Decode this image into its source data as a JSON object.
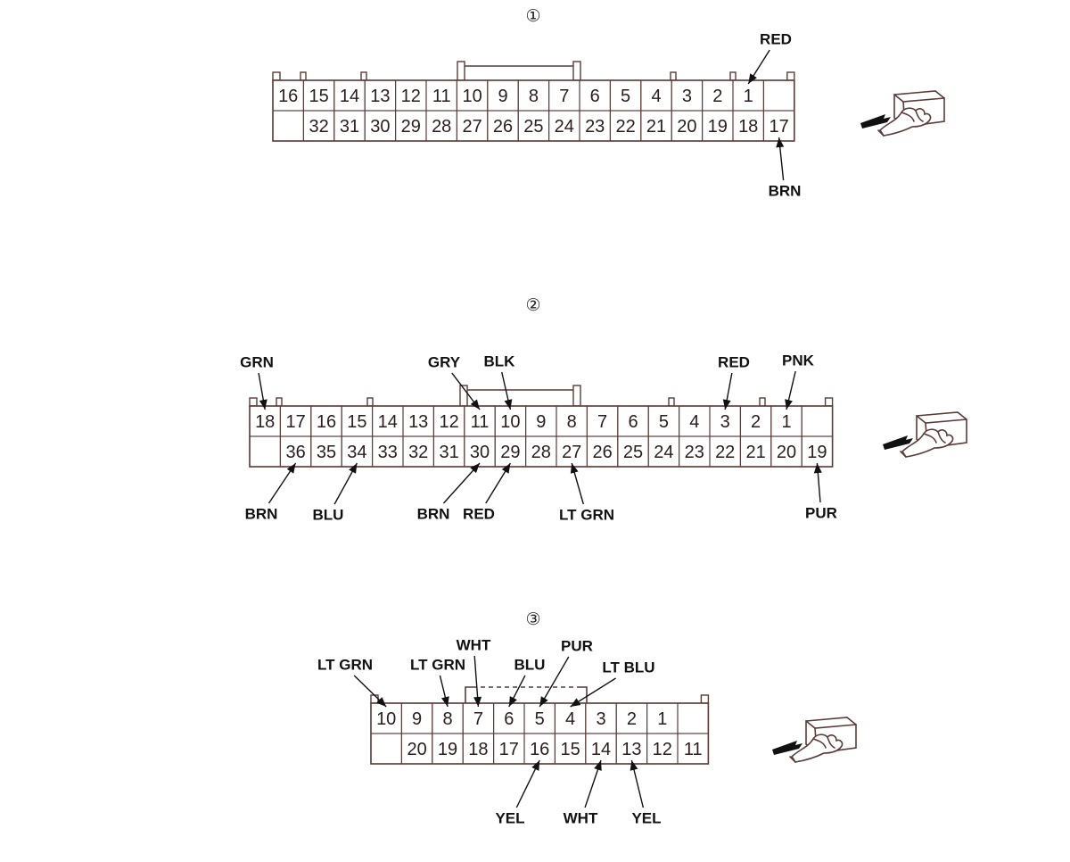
{
  "connectors": [
    {
      "id": "connector-1",
      "number": "①",
      "top_row": [
        "16",
        "15",
        "14",
        "13",
        "12",
        "11",
        "10",
        "9",
        "8",
        "7",
        "6",
        "5",
        "4",
        "3",
        "2",
        "1",
        ""
      ],
      "bottom_row": [
        "",
        "32",
        "31",
        "30",
        "29",
        "28",
        "27",
        "26",
        "25",
        "24",
        "23",
        "22",
        "21",
        "20",
        "19",
        "18",
        "17"
      ],
      "wires": [
        {
          "text": "RED",
          "row": "top",
          "pin": "1"
        },
        {
          "text": "BRN",
          "row": "bottom",
          "pin": "17"
        }
      ]
    },
    {
      "id": "connector-2",
      "number": "②",
      "top_row": [
        "18",
        "17",
        "16",
        "15",
        "14",
        "13",
        "12",
        "11",
        "10",
        "9",
        "8",
        "7",
        "6",
        "5",
        "4",
        "3",
        "2",
        "1",
        ""
      ],
      "bottom_row": [
        "",
        "36",
        "35",
        "34",
        "33",
        "32",
        "31",
        "30",
        "29",
        "28",
        "27",
        "26",
        "25",
        "24",
        "23",
        "22",
        "21",
        "20",
        "19"
      ],
      "wires": [
        {
          "text": "GRN",
          "row": "top",
          "pin": "18"
        },
        {
          "text": "GRY",
          "row": "top",
          "pin": "11"
        },
        {
          "text": "BLK",
          "row": "top",
          "pin": "10"
        },
        {
          "text": "RED",
          "row": "top",
          "pin": "3"
        },
        {
          "text": "PNK",
          "row": "top",
          "pin": "1"
        },
        {
          "text": "BRN",
          "row": "bottom",
          "pin": "36"
        },
        {
          "text": "BLU",
          "row": "bottom",
          "pin": "34"
        },
        {
          "text": "BRN",
          "row": "bottom",
          "pin": "30"
        },
        {
          "text": "RED",
          "row": "bottom",
          "pin": "29"
        },
        {
          "text": "LT GRN",
          "row": "bottom",
          "pin": "27"
        },
        {
          "text": "PUR",
          "row": "bottom",
          "pin": "19"
        }
      ]
    },
    {
      "id": "connector-3",
      "number": "③",
      "top_row": [
        "10",
        "9",
        "8",
        "7",
        "6",
        "5",
        "4",
        "3",
        "2",
        "1",
        ""
      ],
      "bottom_row": [
        "",
        "20",
        "19",
        "18",
        "17",
        "16",
        "15",
        "14",
        "13",
        "12",
        "11"
      ],
      "wires": [
        {
          "text": "LT GRN",
          "row": "top",
          "pin": "10"
        },
        {
          "text": "LT GRN",
          "row": "top",
          "pin": "8"
        },
        {
          "text": "WHT",
          "row": "top",
          "pin": "7"
        },
        {
          "text": "BLU",
          "row": "top",
          "pin": "6"
        },
        {
          "text": "PUR",
          "row": "top",
          "pin": "5"
        },
        {
          "text": "LT BLU",
          "row": "top",
          "pin": "4"
        },
        {
          "text": "YEL",
          "row": "bottom",
          "pin": "16"
        },
        {
          "text": "WHT",
          "row": "bottom",
          "pin": "14"
        },
        {
          "text": "YEL",
          "row": "bottom",
          "pin": "13"
        }
      ]
    }
  ],
  "view_icons": [
    "terminal-side-view-icon",
    "terminal-side-view-icon",
    "terminal-side-view-icon"
  ]
}
